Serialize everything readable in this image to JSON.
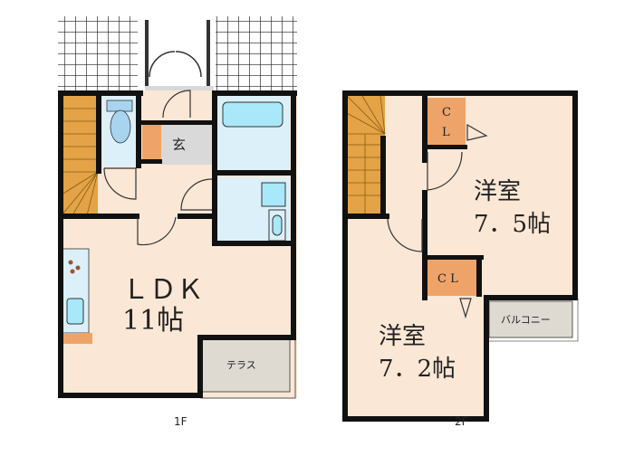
{
  "floors": [
    {
      "label": "1F",
      "rooms": {
        "ldk_name": "ＬＤＫ",
        "ldk_size": "11帖",
        "entrance": "玄",
        "terrace": "テラス"
      }
    },
    {
      "label": "2F",
      "rooms": {
        "room_a_name": "洋室",
        "room_a_size": "7．5帖",
        "room_b_name": "洋室",
        "room_b_size": "7．2帖",
        "closet": "CL",
        "closet_spaced": "C L",
        "balcony": "バルコニー"
      }
    }
  ],
  "colors": {
    "floor": "#fbe7d5",
    "stairs": "#e3a346",
    "closet": "#eea468",
    "wet_area": "#dcf0fa",
    "fixture": "#a8e8f8",
    "entrance": "#d9d9d9",
    "outdoor": "#dedad2",
    "wall": "#111111"
  }
}
